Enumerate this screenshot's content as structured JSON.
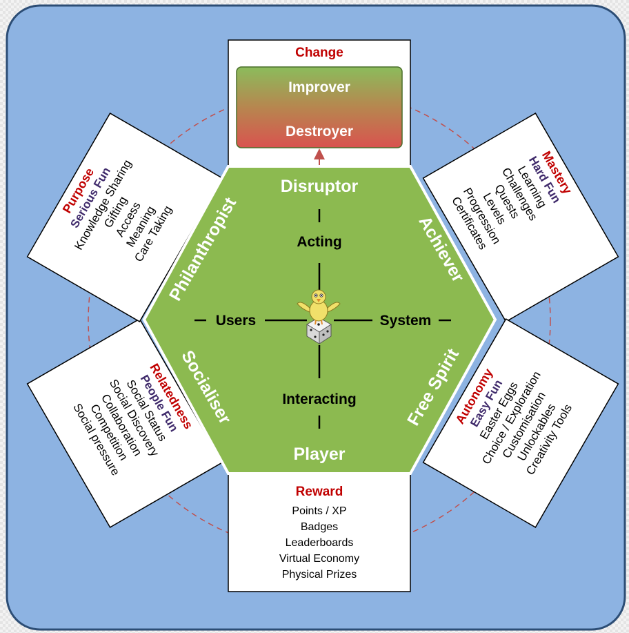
{
  "colors": {
    "panel_bg": "#8db3e2",
    "panel_border": "#2c4d75",
    "hexagon_fill": "#8cba50",
    "hexagon_stroke": "#ffffff",
    "box_border": "#000000",
    "motivation_red": "#c00000",
    "fun_purple": "#3f2a6b",
    "dashed_circle": "#c0504d",
    "change_top": "#8bbc5c",
    "change_bottom": "#d9534f"
  },
  "center": {
    "icon": "bird-on-dice-icon",
    "left": "Users",
    "right": "System",
    "top": "Acting",
    "bottom": "Interacting"
  },
  "hex_labels": {
    "top": "Disruptor",
    "top_right": "Achiever",
    "bottom_right": "Free Spirit",
    "bottom": "Player",
    "bottom_left": "Socialiser",
    "top_left": "Philanthropist"
  },
  "change_box": {
    "title": "Change",
    "improver": "Improver",
    "destroyer": "Destroyer"
  },
  "mastery_box": {
    "title": "Mastery",
    "subtitle": "Hard Fun",
    "items": [
      "Learning",
      "Challenges",
      "Quests",
      "Levels",
      "Progression",
      "Certificates"
    ]
  },
  "autonomy_box": {
    "title": "Autonomy",
    "subtitle": "Easy Fun",
    "items": [
      "Easter Eggs",
      "Choice / Exploration",
      "Customisation",
      "Unlockables",
      "Creativity Tools"
    ]
  },
  "reward_box": {
    "title": "Reward",
    "items": [
      "Points / XP",
      "Badges",
      "Leaderboards",
      "Virtual Economy",
      "Physical Prizes"
    ]
  },
  "relatedness_box": {
    "title": "Relatedness",
    "subtitle": "People Fun",
    "items": [
      "Social Status",
      "Social Discovery",
      "Collaboration",
      "Competition",
      "Social pressure"
    ]
  },
  "purpose_box": {
    "title": "Purpose",
    "subtitle": "Serious Fun",
    "items": [
      "Knowledge Sharing",
      "Gifting",
      "Access",
      "Meaning",
      "Care Taking"
    ]
  }
}
